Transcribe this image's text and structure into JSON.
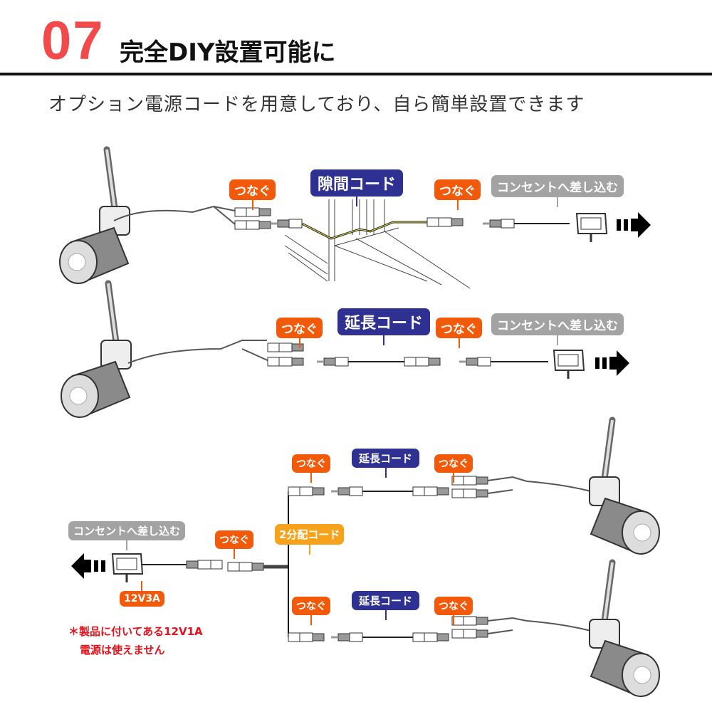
{
  "header": {
    "number": "07",
    "title": "完全DIY設置可能に",
    "subtitle": "オプション電源コードを用意しており、自ら簡単設置できます"
  },
  "colors": {
    "number": "#f24a4a",
    "connect_tag": "#f25a0a",
    "cord_tag": "#2e3192",
    "outlet_tag": "#a3a3a3",
    "splitter_tag": "#f7a21b",
    "note": "#e8101a"
  },
  "row1": {
    "connect1": "つなぐ",
    "cord": "隙間コード",
    "connect2": "つなぐ",
    "outlet": "コンセントへ差し込む"
  },
  "row2": {
    "connect1": "つなぐ",
    "cord": "延長コード",
    "connect2": "つなぐ",
    "outlet": "コンセントへ差し込む"
  },
  "row3": {
    "outlet": "コンセントへ差し込む",
    "adapter_spec": "12V3A",
    "connect_adapter": "つなぐ",
    "splitter": "2分配コード",
    "top": {
      "connect1": "つなぐ",
      "cord": "延長コード",
      "connect2": "つなぐ"
    },
    "bottom": {
      "connect1": "つなぐ",
      "cord": "延長コード",
      "connect2": "つなぐ"
    },
    "note_line1": "＊製品に付いてある12V1A",
    "note_line2": "電源は使えません"
  }
}
